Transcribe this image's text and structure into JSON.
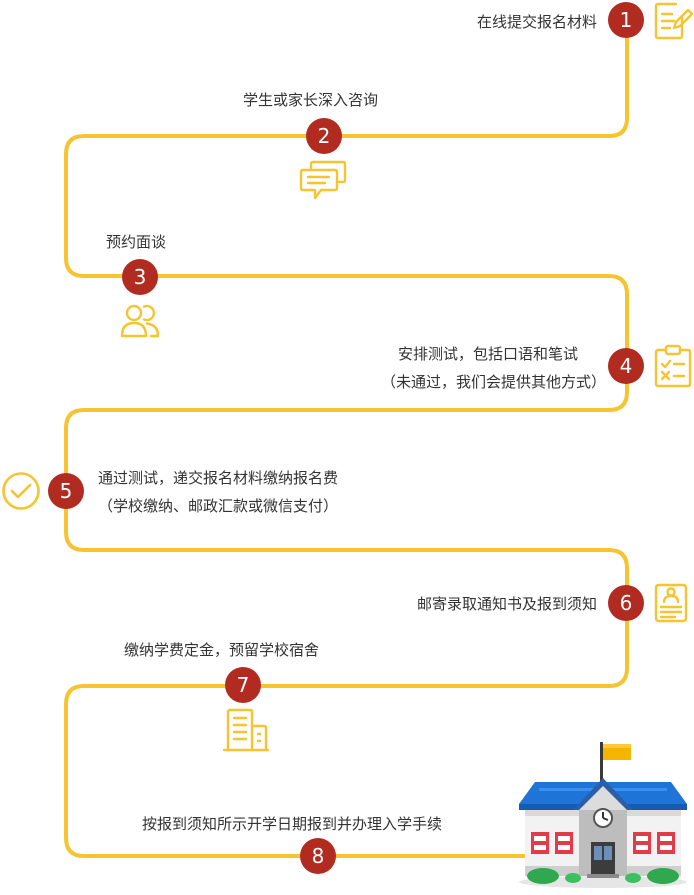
{
  "colors": {
    "path": "#f5c430",
    "badge": "#b22b20",
    "icon": "#f5c430",
    "text": "#333333"
  },
  "steps": [
    {
      "number": "1",
      "text": "在线提交报名材料",
      "icon": "edit-document-icon"
    },
    {
      "number": "2",
      "text": "学生或家长深入咨询",
      "icon": "chat-bubbles-icon"
    },
    {
      "number": "3",
      "text": "预约面谈",
      "icon": "users-icon"
    },
    {
      "number": "4",
      "text": "安排测试，包括口语和笔试",
      "note": "（未通过，我们会提供其他方式）",
      "icon": "clipboard-checklist-icon"
    },
    {
      "number": "5",
      "text": "通过测试，递交报名材料缴纳报名费",
      "note": "（学校缴纳、邮政汇款或微信支付）",
      "icon": "check-circle-icon"
    },
    {
      "number": "6",
      "text": "邮寄录取通知书及报到须知",
      "icon": "notice-letter-icon"
    },
    {
      "number": "7",
      "text": "缴纳学费定金，预留学校宿舍",
      "icon": "building-icon"
    },
    {
      "number": "8",
      "text": "按报到须知所示开学日期报到并办理入学手续",
      "icon": "school-illustration-icon"
    }
  ]
}
